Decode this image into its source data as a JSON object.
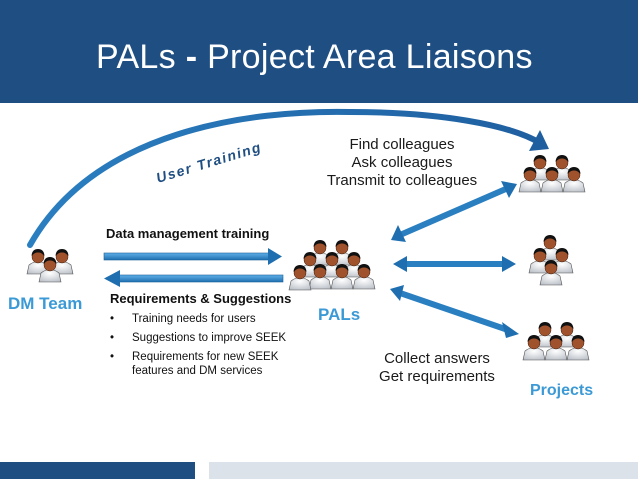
{
  "slide": {
    "title_prefix": "PALs",
    "title_sep": "-",
    "title_suffix": "Project Area Liaisons"
  },
  "labels": {
    "dm_team": "DM Team",
    "pals": "PALs",
    "projects": "Projects",
    "user_training": "User Training",
    "data_management_training": "Data management training",
    "requirements_heading": "Requirements & Suggestions"
  },
  "requirements": [
    {
      "bullet": "•",
      "text": "Training needs for users"
    },
    {
      "bullet": "•",
      "text": "Suggestions to improve SEEK"
    },
    {
      "bullet": "•",
      "text": "Requirements for new SEEK features and DM services"
    }
  ],
  "find_lines": [
    "Find colleagues",
    "Ask colleagues",
    "Transmit to colleagues"
  ],
  "collect_lines": [
    "Collect answers",
    "Get requirements"
  ],
  "colors": {
    "title_bar": "#1f4e82",
    "accent_label": "#3b9ad6",
    "arrow": "#2a7fc1"
  },
  "icons": [
    "people-group-icon"
  ]
}
